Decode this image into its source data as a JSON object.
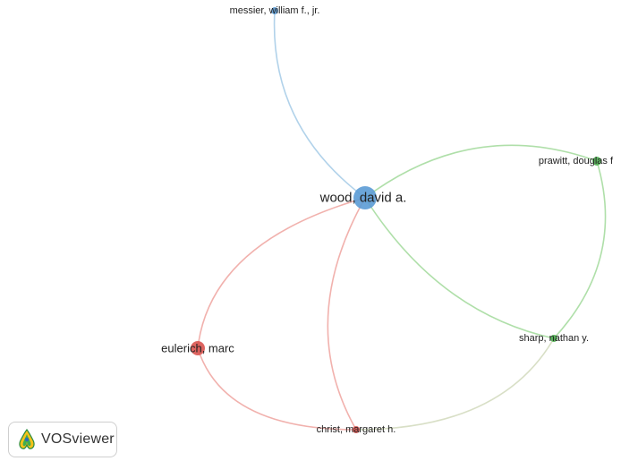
{
  "network": {
    "nodes": [
      {
        "id": "wood",
        "label": "wood, david a.",
        "cluster": "blue",
        "weight": "large"
      },
      {
        "id": "messier",
        "label": "messier, william f., jr.",
        "cluster": "blue",
        "weight": "small"
      },
      {
        "id": "prawitt",
        "label": "prawitt, douglas f",
        "cluster": "green",
        "weight": "small"
      },
      {
        "id": "sharp",
        "label": "sharp, nathan y.",
        "cluster": "green",
        "weight": "small"
      },
      {
        "id": "eulerich",
        "label": "eulerich, marc",
        "cluster": "red",
        "weight": "medium"
      },
      {
        "id": "christ",
        "label": "christ, margaret h.",
        "cluster": "red",
        "weight": "small"
      }
    ],
    "links": [
      {
        "source": "wood",
        "target": "messier"
      },
      {
        "source": "wood",
        "target": "prawitt"
      },
      {
        "source": "wood",
        "target": "sharp"
      },
      {
        "source": "wood",
        "target": "eulerich"
      },
      {
        "source": "wood",
        "target": "christ"
      },
      {
        "source": "prawitt",
        "target": "sharp"
      },
      {
        "source": "eulerich",
        "target": "christ"
      },
      {
        "source": "christ",
        "target": "sharp"
      }
    ],
    "cluster_colors": {
      "blue": "#5b9bd5",
      "green": "#4caf50",
      "red": "#d9534f"
    },
    "link_colors": {
      "blue": "#a9cde8",
      "green": "#a6dba0",
      "red": "#f0a8a4",
      "mixed": "#d4dcc0"
    }
  },
  "logo": {
    "text": "VOSviewer",
    "icon": "vosviewer-logo-icon"
  }
}
